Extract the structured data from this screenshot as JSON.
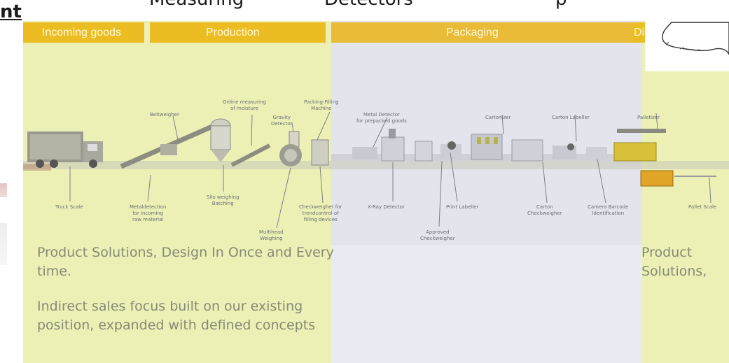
{
  "header_fragments": {
    "left": "nt",
    "measuring": "Measuring",
    "detectors": "Detectors",
    "tail": "p"
  },
  "stages": [
    "Incoming goods",
    "Production",
    "Packaging",
    "Dis"
  ],
  "stations": {
    "beltweigher": "Beltweigher",
    "online_moisture": "Online measuring\nof moisture",
    "packing_filling": "Packing-Filling\nMachine",
    "gravity_detector": "Gravity\nDetector",
    "metal_detector_prepacked": "Metal Detector\nfor prepacked goods",
    "cartonizer": "Cartonizer",
    "carton_labeller": "Carton Labeller",
    "palletizer": "Palletizer",
    "truck_scale": "Truck Scale",
    "metal_detection_raw": "Metaldetection\nfor incoming\nraw material",
    "silo_weighing": "Silo weighing\nBatching",
    "multihead_weighing": "Multihead\nWeighing",
    "checkweigher_trend": "Checkweigher for\ntrendcontrol of\nfilling devices",
    "xray_detector": "X-Ray Detector",
    "print_labeller": "Print Labeller",
    "approved_checkweigher": "Approved\nCheckweigher",
    "carton_checkweigher": "Carton\nCheckweigher",
    "camera_barcode": "Camera Barcode\nIdentification",
    "pallet_scale": "Pallet Scale"
  },
  "body": {
    "para1": "Product Solutions, Design In Once and Every time.",
    "para2": "Indirect sales focus built on our existing position, expanded with defined concepts",
    "right": "Product Solutions,"
  },
  "colors": {
    "stage_band": "#ecbd22",
    "panel_bg": "#ecf0b5",
    "highlight": "#e3e4ec",
    "body_text": "#878a74"
  }
}
